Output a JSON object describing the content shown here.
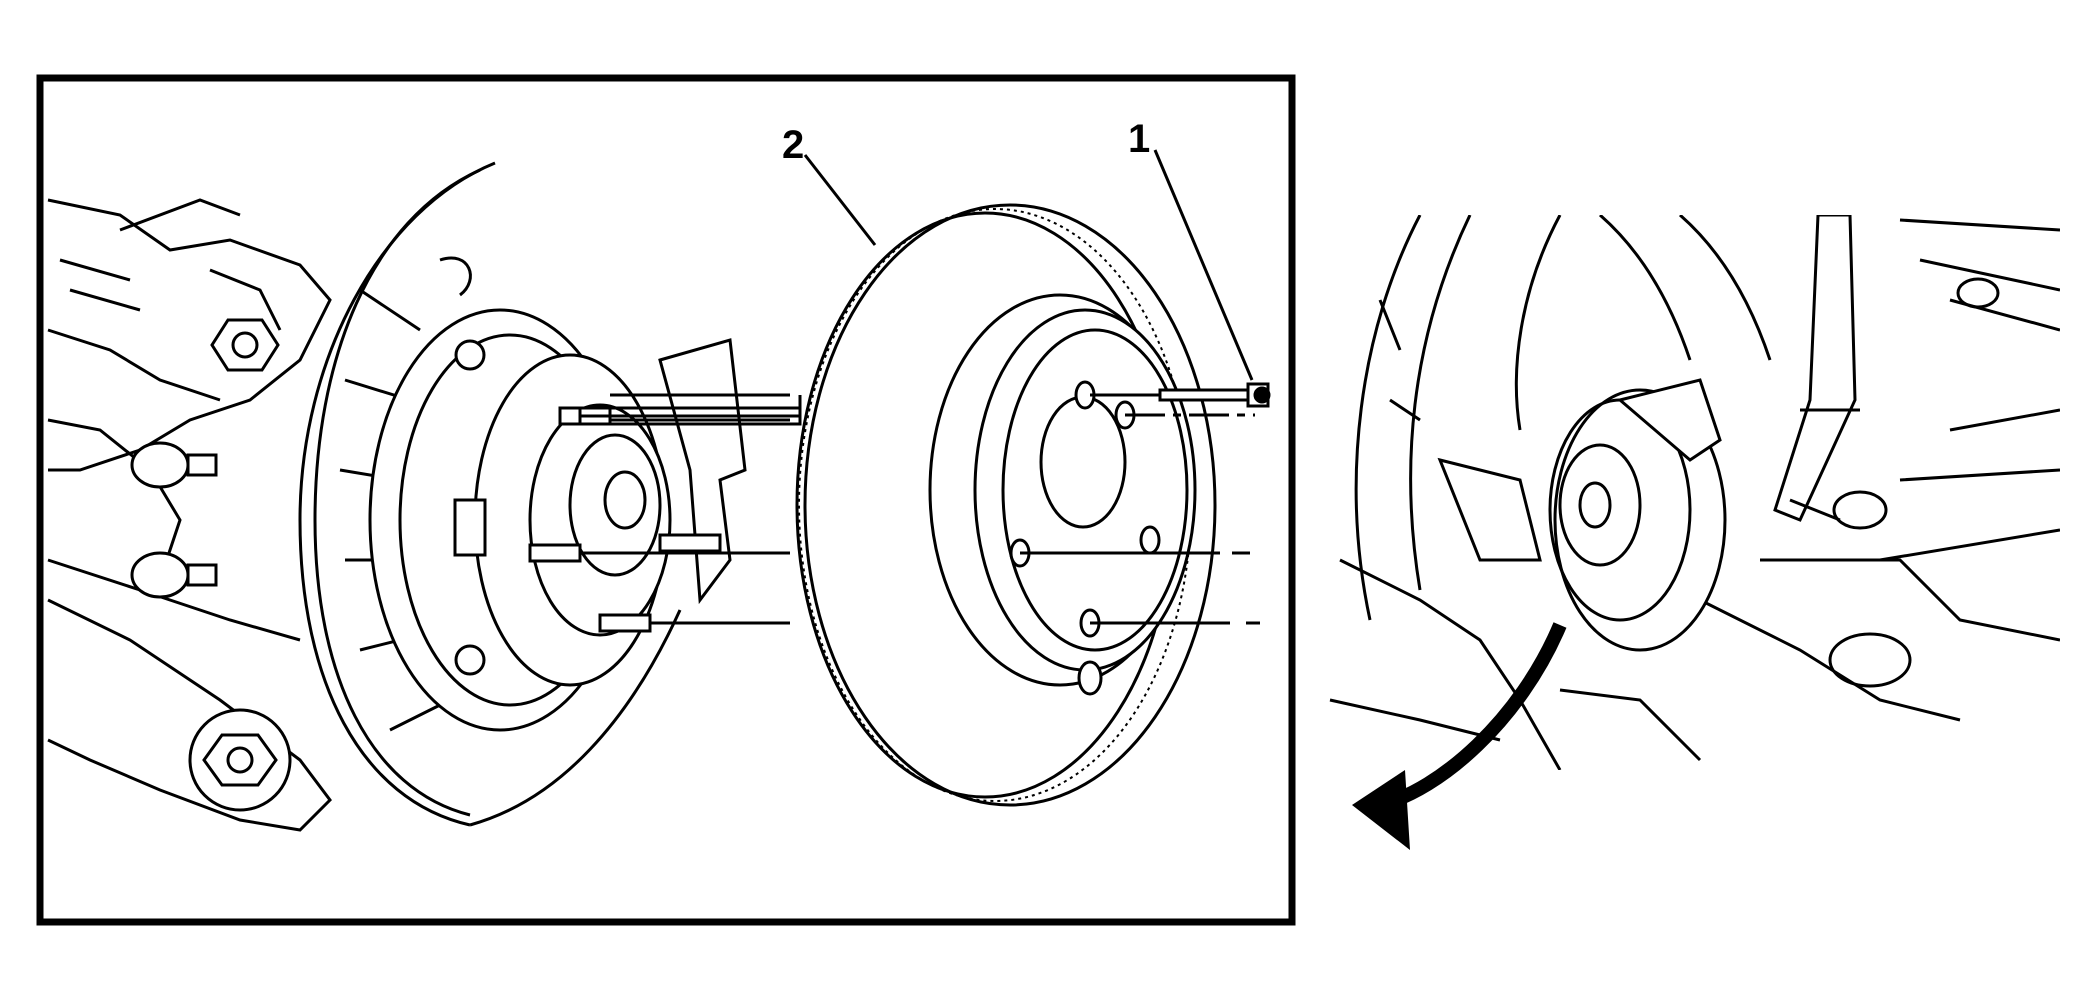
{
  "figure": {
    "callouts": [
      {
        "id": "1",
        "label": "1"
      },
      {
        "id": "2",
        "label": "2"
      }
    ],
    "colors": {
      "line": "#000000",
      "background": "#ffffff"
    },
    "icons": [
      "rotation-arrow-icon"
    ]
  }
}
